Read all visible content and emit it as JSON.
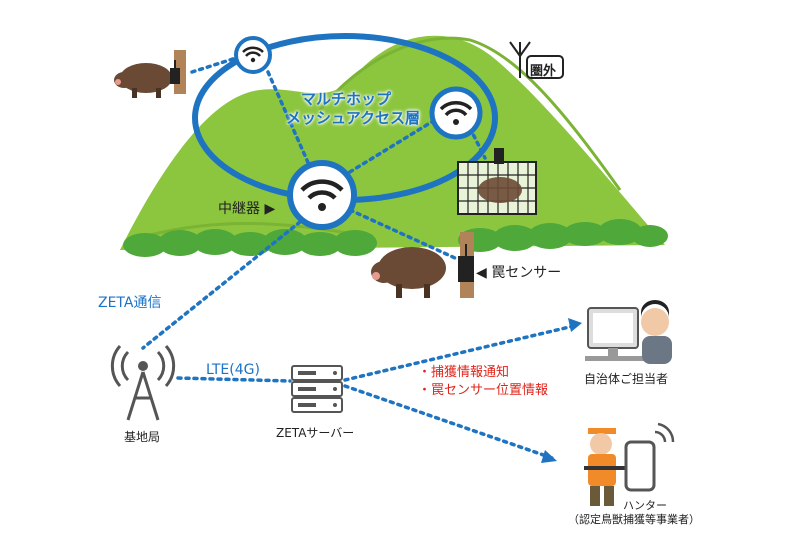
{
  "diagram": {
    "mesh_label_line1": "マルチホップ",
    "mesh_label_line2": "メッシュアクセス層",
    "out_of_range_badge": "圏外",
    "relay_label": "中継器 ▶",
    "trap_sensor_label": "◀ 罠センサー",
    "zeta_comm_label": "ZETA通信",
    "lte_label": "LTE(4G)",
    "base_station_label": "基地局",
    "server_label": "ZETAサーバー",
    "notify_line1": "・捕獲情報通知",
    "notify_line2": "・罠センサー位置情報",
    "gov_label": "自治体ご担当者",
    "hunter_label": "ハンター",
    "hunter_sub_label": "（認定鳥獣捕獲等事業者）"
  },
  "colors": {
    "mesh_blue": "#1f74c2",
    "hill_green": "#8cc63f",
    "bush_green": "#4ea83a",
    "notify_red": "#e0241b"
  }
}
